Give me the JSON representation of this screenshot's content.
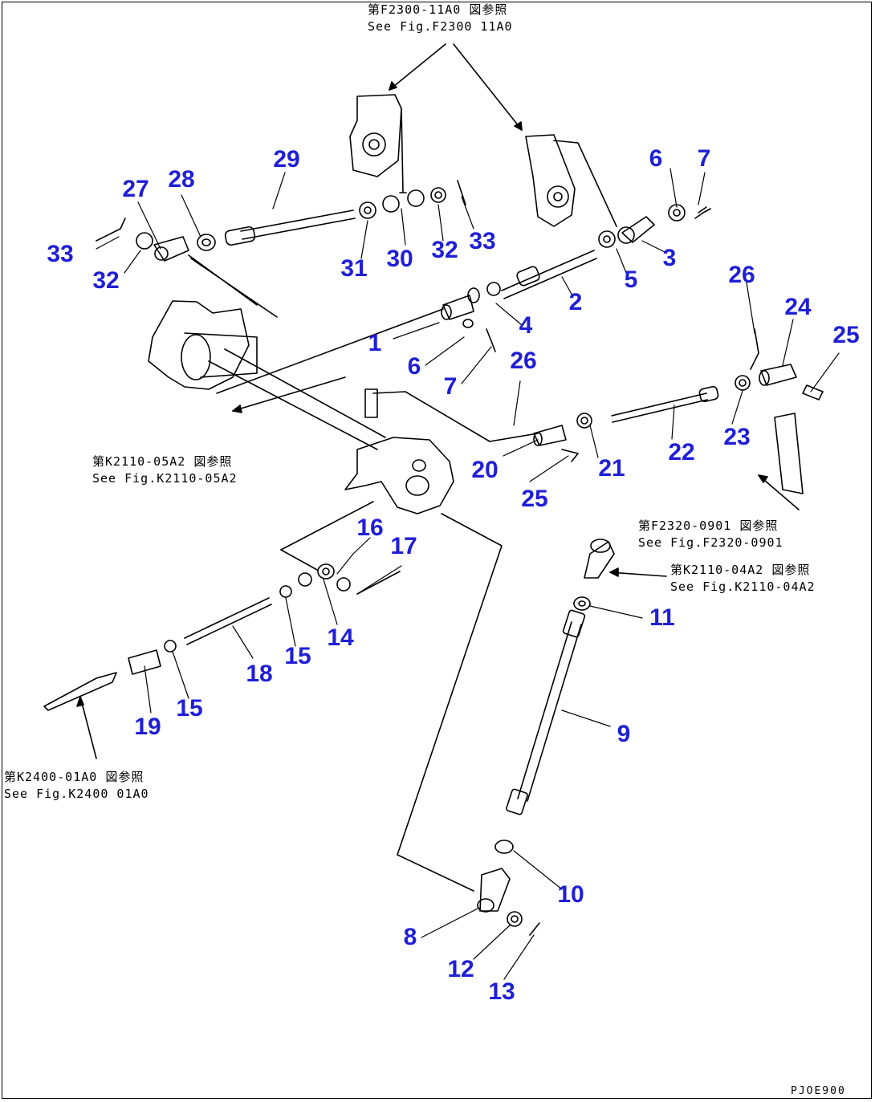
{
  "references": [
    {
      "id": "ref-top",
      "jp": "第F2300-11A0 図参照",
      "en": "See Fig.F2300 11A0"
    },
    {
      "id": "ref-mid-left",
      "jp": "第K2110-05A2 図参照",
      "en": "See Fig.K2110-05A2"
    },
    {
      "id": "ref-mid-right",
      "jp": "第F2320-0901 図参照",
      "en": "See Fig.F2320-0901"
    },
    {
      "id": "ref-right-lower",
      "jp": "第K2110-04A2 図参照",
      "en": "See Fig.K2110-04A2"
    },
    {
      "id": "ref-bottom-left",
      "jp": "第K2400-01A0 図参照",
      "en": "See Fig.K2400 01A0"
    }
  ],
  "callouts": {
    "c1": "1",
    "c2": "2",
    "c3": "3",
    "c4": "4",
    "c5": "5",
    "c6a": "6",
    "c6b": "6",
    "c7a": "7",
    "c7b": "7",
    "c8": "8",
    "c9": "9",
    "c10": "10",
    "c11": "11",
    "c12": "12",
    "c13": "13",
    "c14": "14",
    "c15a": "15",
    "c15b": "15",
    "c16": "16",
    "c17": "17",
    "c18": "18",
    "c19": "19",
    "c20": "20",
    "c21": "21",
    "c22": "22",
    "c23": "23",
    "c24": "24",
    "c25a": "25",
    "c25b": "25",
    "c26a": "26",
    "c26b": "26",
    "c27": "27",
    "c28": "28",
    "c29": "29",
    "c30": "30",
    "c31": "31",
    "c32a": "32",
    "c32b": "32",
    "c33a": "33",
    "c33b": "33"
  },
  "drawing_code": "PJOE900",
  "colors": {
    "callout": "#1f1fd6",
    "line": "#000000"
  }
}
